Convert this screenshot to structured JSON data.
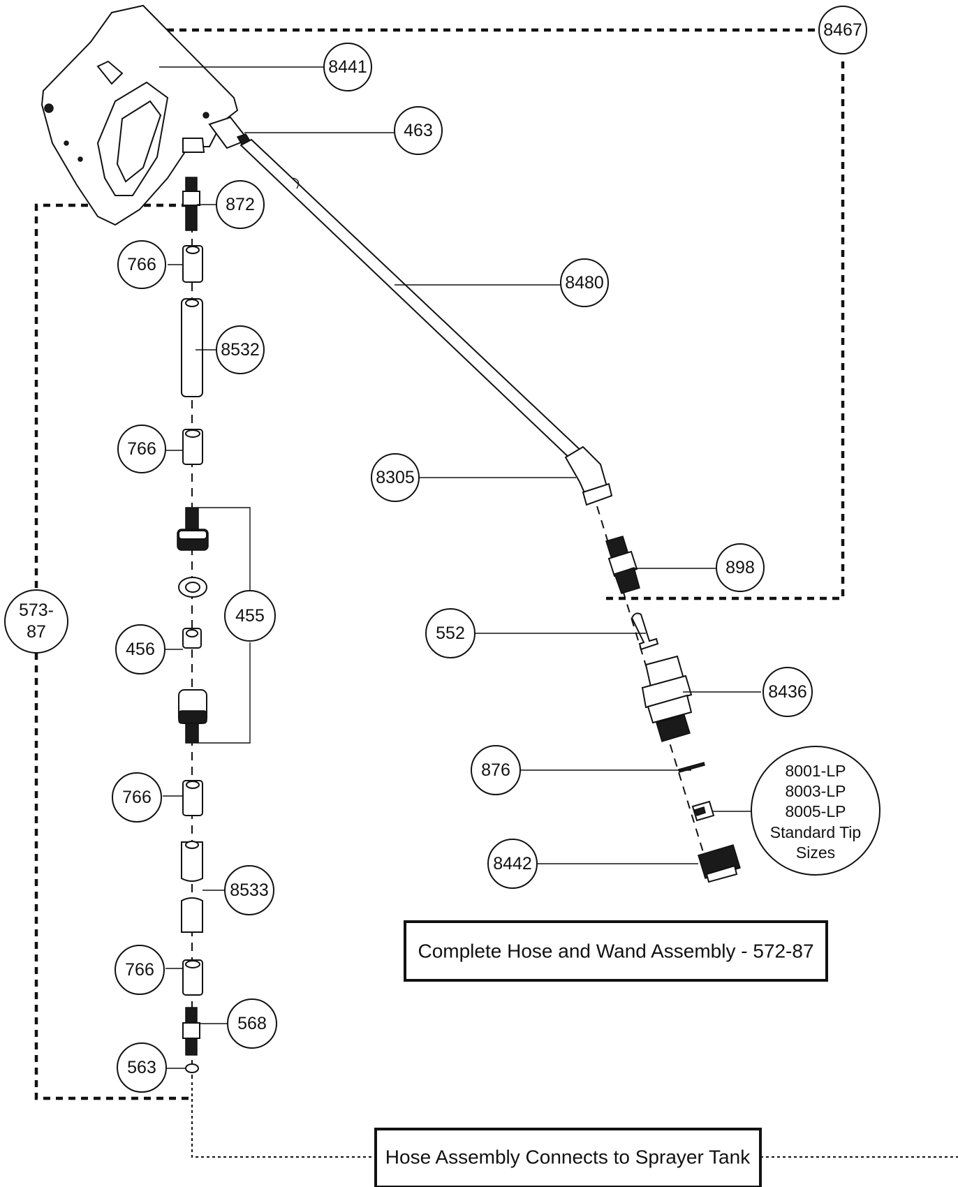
{
  "callouts": {
    "c8441": "8441",
    "c463": "463",
    "c8467": "8467",
    "c872": "872",
    "c8480": "8480",
    "c766a": "766",
    "c8532": "8532",
    "c766b": "766",
    "c8305": "8305",
    "c898": "898",
    "c573": [
      "573-",
      "87"
    ],
    "c455": "455",
    "c552": "552",
    "c456": "456",
    "c8436": "8436",
    "c876": "876",
    "c766c": "766",
    "c8442": "8442",
    "c8533": "8533",
    "c766d": "766",
    "c568": "568",
    "c563": "563",
    "tips": [
      "8001-LP",
      "8003-LP",
      "8005-LP",
      "Standard Tip",
      "Sizes"
    ]
  },
  "boxes": {
    "assembly": "Complete Hose and Wand Assembly - 572-87",
    "hose": "Hose Assembly Connects to Sprayer Tank"
  }
}
